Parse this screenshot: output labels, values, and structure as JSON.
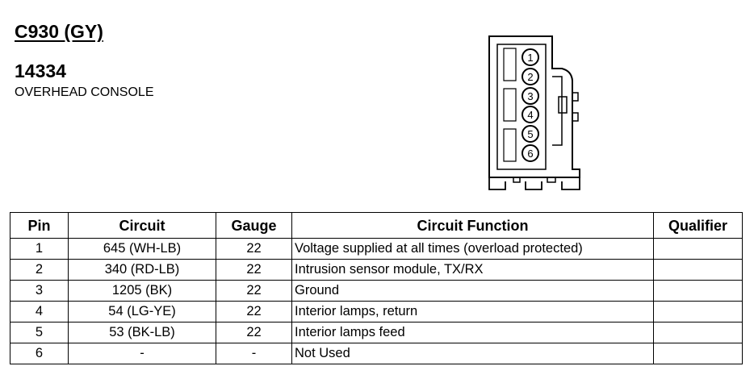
{
  "connector": {
    "title": "C930 (GY)",
    "part_number": "14334",
    "description": "OVERHEAD CONSOLE",
    "pin_labels": [
      "1",
      "2",
      "3",
      "4",
      "5",
      "6"
    ]
  },
  "table": {
    "headers": {
      "pin": "Pin",
      "circuit": "Circuit",
      "gauge": "Gauge",
      "function": "Circuit Function",
      "qualifier": "Qualifier"
    },
    "rows": [
      {
        "pin": "1",
        "circuit": "645 (WH-LB)",
        "gauge": "22",
        "function": "Voltage supplied at all times (overload protected)",
        "qualifier": ""
      },
      {
        "pin": "2",
        "circuit": "340 (RD-LB)",
        "gauge": "22",
        "function": "Intrusion sensor module, TX/RX",
        "qualifier": ""
      },
      {
        "pin": "3",
        "circuit": "1205 (BK)",
        "gauge": "22",
        "function": "Ground",
        "qualifier": ""
      },
      {
        "pin": "4",
        "circuit": "54 (LG-YE)",
        "gauge": "22",
        "function": "Interior lamps, return",
        "qualifier": ""
      },
      {
        "pin": "5",
        "circuit": "53 (BK-LB)",
        "gauge": "22",
        "function": "Interior lamps feed",
        "qualifier": ""
      },
      {
        "pin": "6",
        "circuit": "-",
        "gauge": "-",
        "function": "Not Used",
        "qualifier": ""
      }
    ]
  }
}
